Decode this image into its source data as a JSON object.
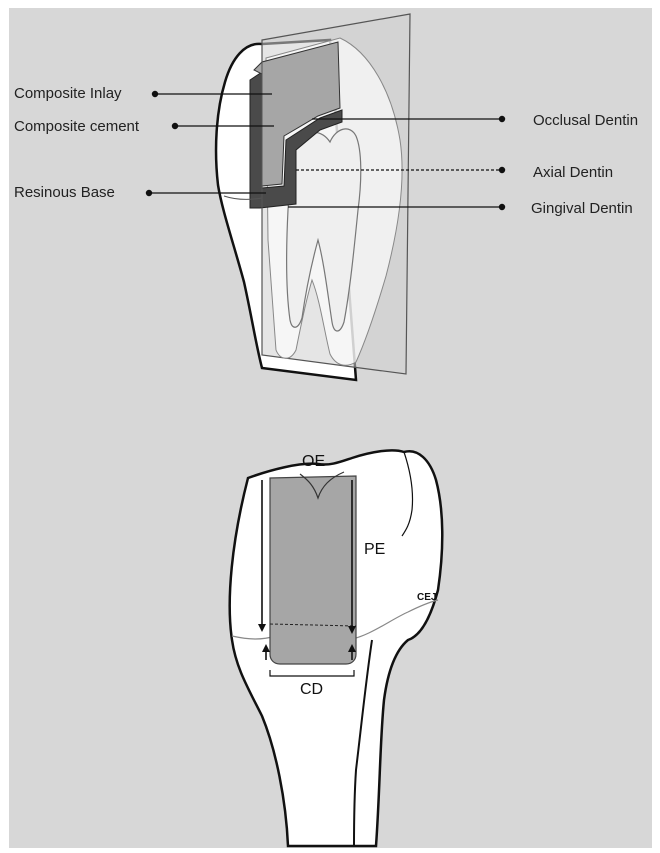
{
  "top_diagram": {
    "labels_left": {
      "composite_inlay": "Composite Inlay",
      "composite_cement": "Composite cement",
      "resinous_base": "Resinous Base"
    },
    "labels_right": {
      "occlusal_dentin": "Occlusal Dentin",
      "axial_dentin": "Axial Dentin",
      "gingival_dentin": "Gingival  Dentin"
    }
  },
  "bottom_diagram": {
    "oe": "OE",
    "pe": "PE",
    "cej": "CEJ",
    "cd": "CD"
  },
  "colors": {
    "background": "#d7d7d7",
    "tooth": "#ffffff",
    "inlay": "#a3a3a3",
    "cement": "#4a4a4a",
    "plane": "#c9c9c9"
  }
}
